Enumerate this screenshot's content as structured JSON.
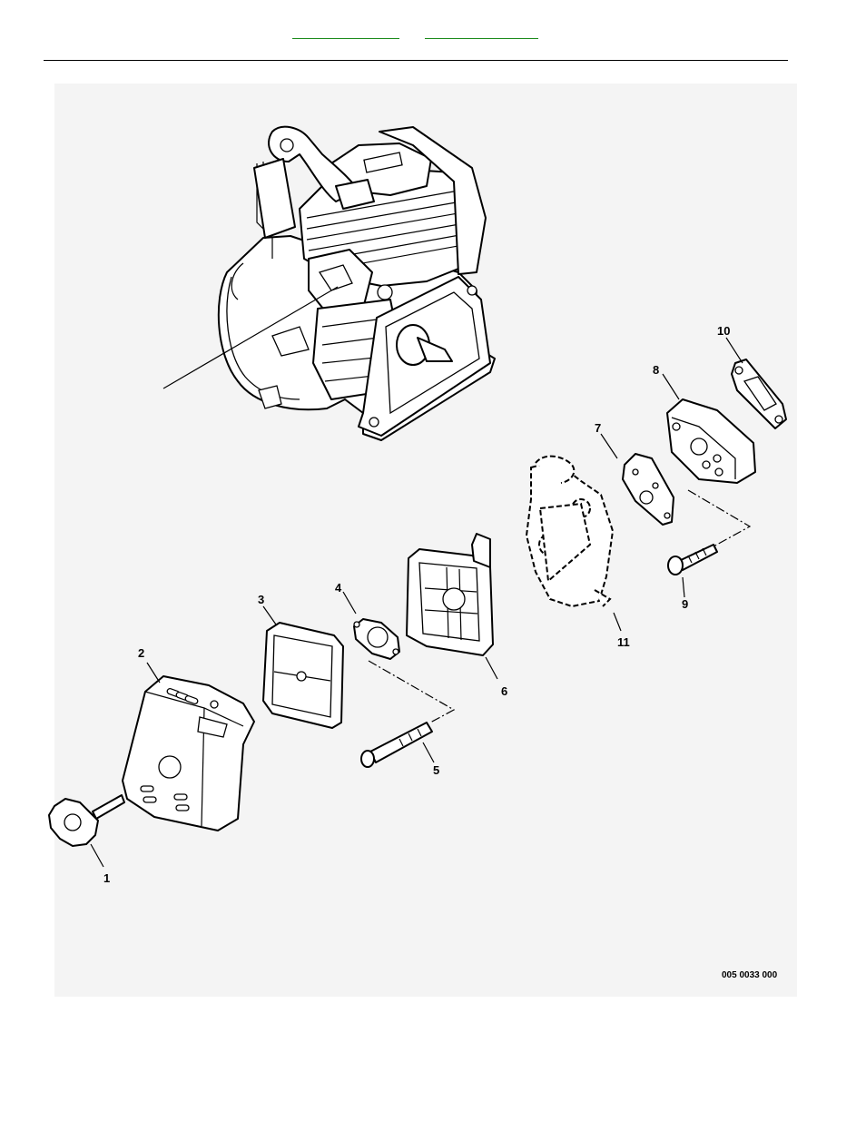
{
  "header": {
    "links": [
      {
        "label": ""
      },
      {
        "label": ""
      }
    ]
  },
  "diagram": {
    "callouts": [
      {
        "id": "callout-1",
        "label": "1"
      },
      {
        "id": "callout-2",
        "label": "2"
      },
      {
        "id": "callout-3",
        "label": "3"
      },
      {
        "id": "callout-4",
        "label": "4"
      },
      {
        "id": "callout-5",
        "label": "5"
      },
      {
        "id": "callout-6",
        "label": "6"
      },
      {
        "id": "callout-7",
        "label": "7"
      },
      {
        "id": "callout-8",
        "label": "8"
      },
      {
        "id": "callout-9",
        "label": "9"
      },
      {
        "id": "callout-10",
        "label": "10"
      },
      {
        "id": "callout-11",
        "label": "11"
      }
    ],
    "drawing_code": "005 0033 000"
  }
}
